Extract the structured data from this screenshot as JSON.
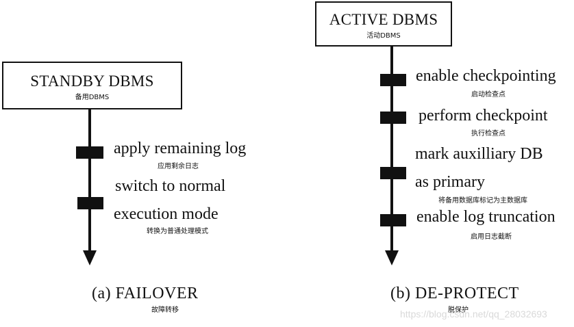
{
  "left": {
    "box_title": "STANDBY DBMS",
    "box_subtitle": "备用DBMS",
    "steps": [
      {
        "text": "apply remaining log",
        "subtext": "应用剩余日志"
      },
      {
        "text_line1": "switch to normal",
        "text_line2": "execution mode",
        "subtext": "转换为普通处理模式"
      }
    ],
    "caption": "(a) FAILOVER",
    "caption_sub": "故障转移"
  },
  "right": {
    "box_title": "ACTIVE DBMS",
    "box_subtitle": "活动DBMS",
    "steps": [
      {
        "text": "enable checkpointing",
        "subtext": "启动检查点"
      },
      {
        "text": "perform checkpoint",
        "subtext": "执行检查点"
      },
      {
        "text_line1": "mark auxilliary DB",
        "text_line2": "as primary",
        "subtext": "将备用数据库标记为主数据库"
      },
      {
        "text": "enable log truncation",
        "subtext": "启用日志截断"
      }
    ],
    "caption": "(b) DE-PROTECT",
    "caption_sub": "脱保护"
  },
  "watermark": "https://blog.csdn.net/qq_28032693"
}
